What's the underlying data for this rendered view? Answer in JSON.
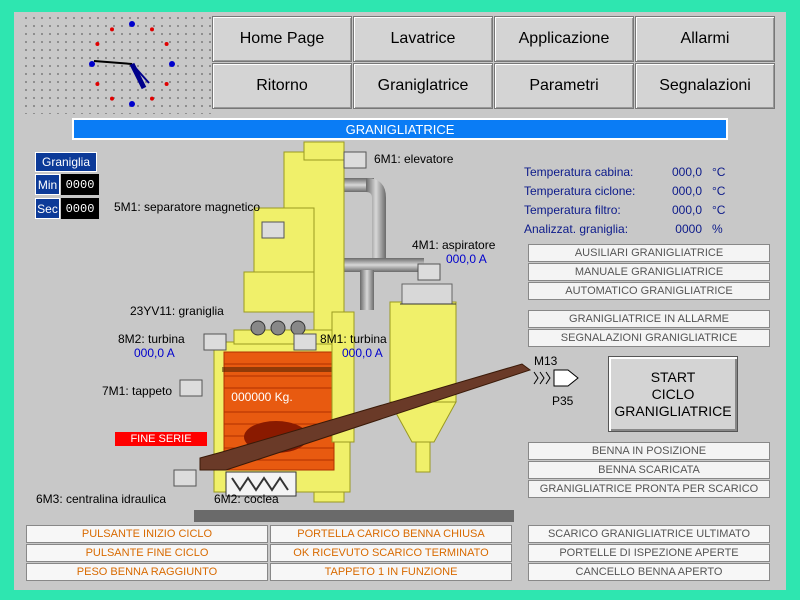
{
  "nav": {
    "row1": [
      "Home Page",
      "Lavatrice",
      "Applicazione",
      "Allarmi"
    ],
    "row2": [
      "Ritorno",
      "Graniglatrice",
      "Parametri",
      "Segnalazioni"
    ]
  },
  "page_title": "GRANIGLIATRICE",
  "timer": {
    "title": "Graniglia",
    "min_label": "Min",
    "min_value": "0000",
    "sec_label": "Sec",
    "sec_value": "0000"
  },
  "components": {
    "elevatore": "6M1: elevatore",
    "separatore": "5M1: separatore magnetico",
    "aspiratore": "4M1: aspiratore",
    "aspiratore_amp": "000,0 A",
    "graniglia_valve": "23YV11: graniglia",
    "turbina_left": "8M2: turbina",
    "turbina_left_amp": "000,0 A",
    "turbina_right": "8M1: turbina",
    "turbina_right_amp": "000,0 A",
    "tappeto": "7M1: tappeto",
    "centralina": "6M3: centralina idraulica",
    "coclea": "6M2: coclea",
    "m13": "M13",
    "p35": "P35",
    "weight": "000000 Kg.",
    "fine_serie": "FINE SERIE"
  },
  "measurements": [
    {
      "label": "Temperatura cabina:",
      "value": "000,0",
      "unit": "°C"
    },
    {
      "label": "Temperatura ciclone:",
      "value": "000,0",
      "unit": "°C"
    },
    {
      "label": "Temperatura filtro:",
      "value": "000,0",
      "unit": "°C"
    },
    {
      "label": "Analizzat. graniglia:",
      "value": "0000",
      "unit": "%"
    }
  ],
  "status_group1": [
    "AUSILIARI GRANIGLIATRICE",
    "MANUALE GRANIGLIATRICE",
    "AUTOMATICO GRANIGLIATRICE"
  ],
  "status_group2": [
    "GRANIGLIATRICE IN ALLARME",
    "SEGNALAZIONI GRANIGLIATRICE"
  ],
  "start_button": [
    "START",
    "CICLO",
    "GRANIGLIATRICE"
  ],
  "status_group3": [
    "BENNA IN POSIZIONE",
    "BENNA SCARICATA",
    "GRANIGLIATRICE PRONTA PER SCARICO"
  ],
  "bottom": {
    "col1": [
      "PULSANTE INIZIO CICLO",
      "PULSANTE FINE CICLO",
      "PESO BENNA RAGGIUNTO"
    ],
    "col2": [
      "PORTELLA CARICO BENNA CHIUSA",
      "OK RICEVUTO SCARICO TERMINATO",
      "TAPPETO 1 IN FUNZIONE"
    ],
    "col3": [
      "SCARICO GRANIGLIATRICE ULTIMATO",
      "PORTELLE DI ISPEZIONE APERTE",
      "CANCELLO BENNA APERTO"
    ]
  },
  "colors": {
    "background": "#2ee6b0",
    "panel": "#c8c8c8",
    "title_bar": "#0a7cf5",
    "machine": "#f0f06a",
    "alert": "#ff0000"
  }
}
